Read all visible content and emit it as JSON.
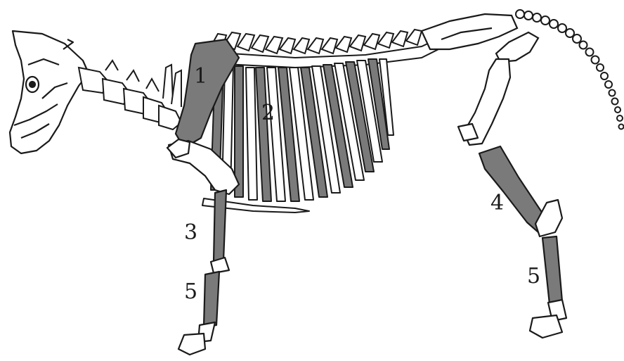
{
  "diagram": {
    "colors": {
      "background": "#ffffff",
      "outline": "#1a1a1a",
      "bone_fill": "#ffffff",
      "highlight_fill": "#7a7a7a"
    },
    "labels": [
      {
        "id": "label-1",
        "text": "1"
      },
      {
        "id": "label-2",
        "text": "2"
      },
      {
        "id": "label-3",
        "text": "3"
      },
      {
        "id": "label-4",
        "text": "4"
      },
      {
        "id": "label-5-front",
        "text": "5"
      },
      {
        "id": "label-5-hind",
        "text": "5"
      }
    ]
  }
}
